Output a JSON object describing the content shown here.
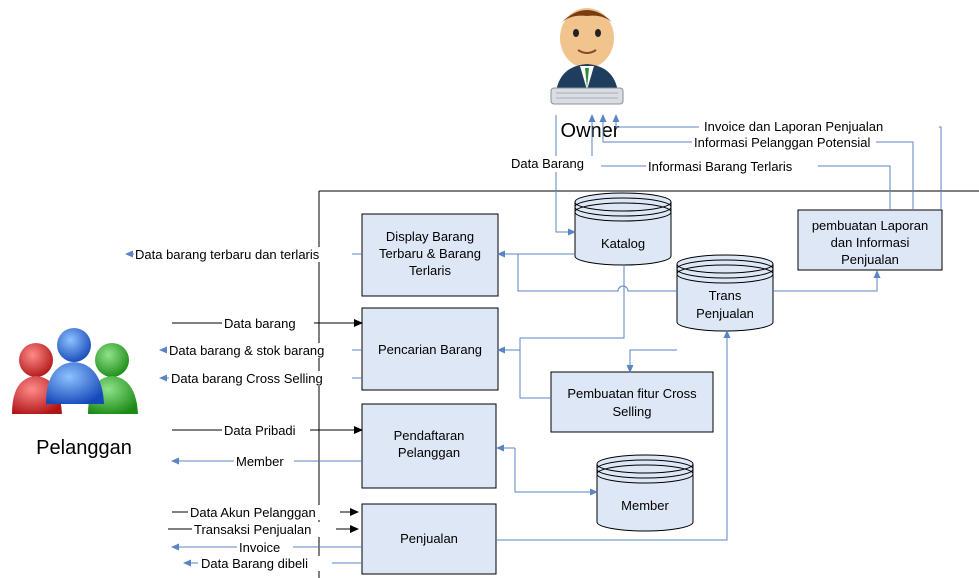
{
  "actors": {
    "owner": "Owner",
    "customer": "Pelanggan"
  },
  "processes": {
    "display": [
      "Display Barang",
      "Terbaru & Barang",
      "Terlaris"
    ],
    "search": [
      "Pencarian Barang"
    ],
    "register": [
      "Pendaftaran",
      "Pelanggan"
    ],
    "sales": [
      "Penjualan"
    ],
    "crossselling": [
      "Pembuatan fitur Cross",
      "Selling"
    ],
    "report": [
      "pembuatan Laporan",
      "dan Informasi",
      "Penjualan"
    ]
  },
  "stores": {
    "catalog": [
      "Katalog"
    ],
    "trans": [
      "Trans",
      "Penjualan"
    ],
    "member": [
      "Member"
    ]
  },
  "flows": {
    "invoice_report": "Invoice dan Laporan Penjualan",
    "potential_customer": "Informasi Pelanggan Potensial",
    "data_barang_owner": "Data Barang",
    "best_seller_info": "Informasi Barang Terlaris",
    "newest_bestseller": "Data barang terbaru dan terlaris",
    "data_barang_in": "Data barang",
    "stock_out": "Data barang & stok barang",
    "cross_selling_out": "Data barang Cross Selling",
    "personal_data": "Data Pribadi",
    "member_out": "Member",
    "account_data": "Data Akun Pelanggan",
    "sales_transaction": "Transaksi Penjualan",
    "invoice": "Invoice",
    "purchased": "Data Barang dibeli"
  }
}
